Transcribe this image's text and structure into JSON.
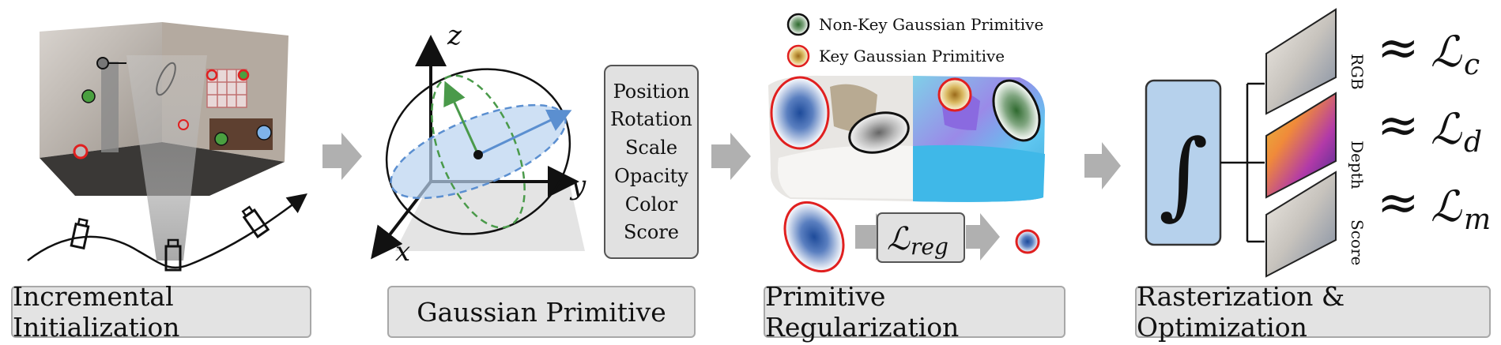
{
  "panels": {
    "init_caption": "Incremental Initialization",
    "primitive_caption": "Gaussian Primitive",
    "regularization_caption": "Primitive Regularization",
    "raster_caption": "Rasterization & Optimization"
  },
  "axes": {
    "z": "z",
    "y": "y",
    "x": "x"
  },
  "attributes": [
    "Position",
    "Rotation",
    "Scale",
    "Opacity",
    "Color",
    "Score"
  ],
  "legend": {
    "non_key": "Non-Key Gaussian Primitive",
    "key": "Key Gaussian Primitive"
  },
  "loss": {
    "reg_main": "ℒ",
    "reg_sub": "reg",
    "approx": "≈",
    "c_main": "ℒ",
    "c_sub": "c",
    "d_main": "ℒ",
    "d_sub": "d",
    "m_main": "ℒ",
    "m_sub": "m"
  },
  "integral": "∫",
  "render_labels": {
    "rgb": "RGB",
    "depth": "Depth",
    "score": "Score"
  },
  "colors": {
    "key_ring": "#e02020",
    "non_key_ring": "#111111",
    "blue_gauss": "#2f5ca8",
    "green_gauss": "#3d7a3d",
    "yellow_gauss": "#c9a030",
    "box_blue": "#b6d1ec",
    "arrow_gray": "#b0b0b0",
    "caption_bg": "#e3e3e3"
  }
}
